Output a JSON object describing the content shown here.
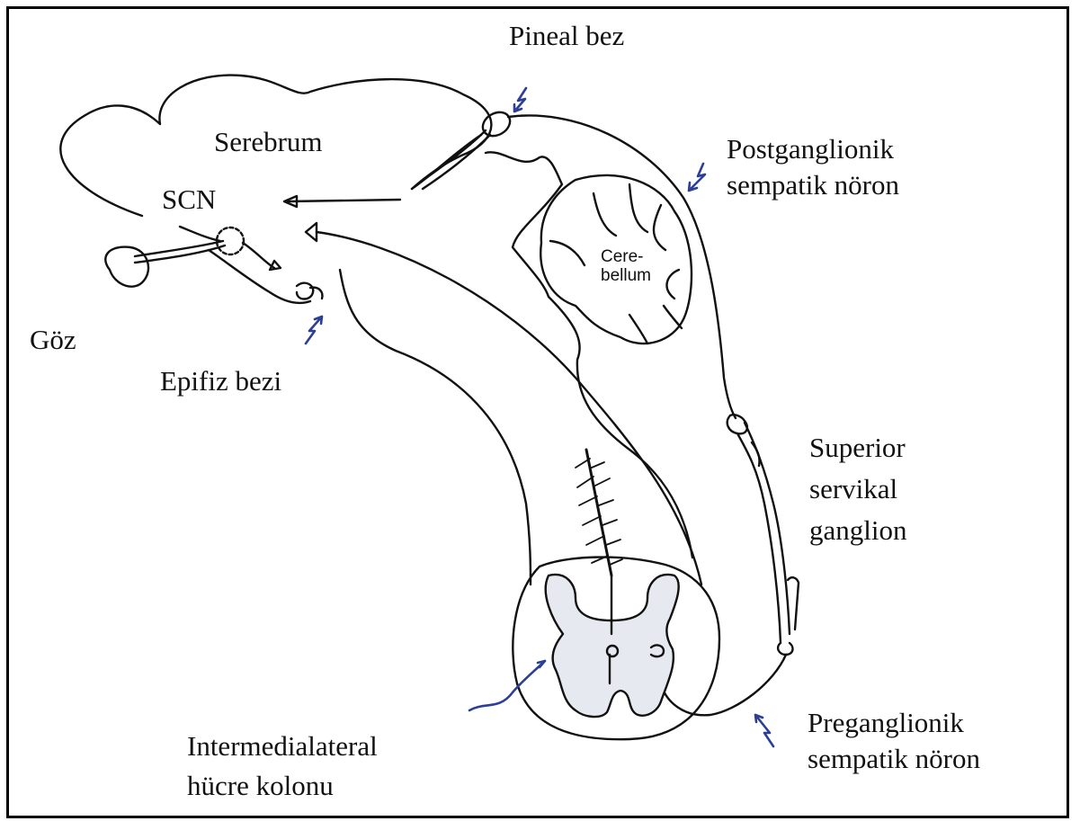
{
  "labels": {
    "pineal": "Pineal bez",
    "serebrum": "Serebrum",
    "postganglionik_1": "Postganglionik",
    "postganglionik_2": "sempatik nöron",
    "scn": "SCN",
    "cerebellum_1": "Cere-",
    "cerebellum_2": "bellum",
    "goz": "Göz",
    "epifiz": "Epifiz bezi",
    "superior_1": "Superior",
    "superior_2": "servikal",
    "superior_3": "ganglion",
    "intermedio_1": "Intermedialateral",
    "intermedio_2": "hücre kolonu",
    "preganglionik_1": "Preganglionik",
    "preganglionik_2": "sempatik nöron"
  },
  "colors": {
    "line": "#111111",
    "pointer_arrow": "#2b3f96",
    "gray_matter": "#e6e9f0"
  }
}
